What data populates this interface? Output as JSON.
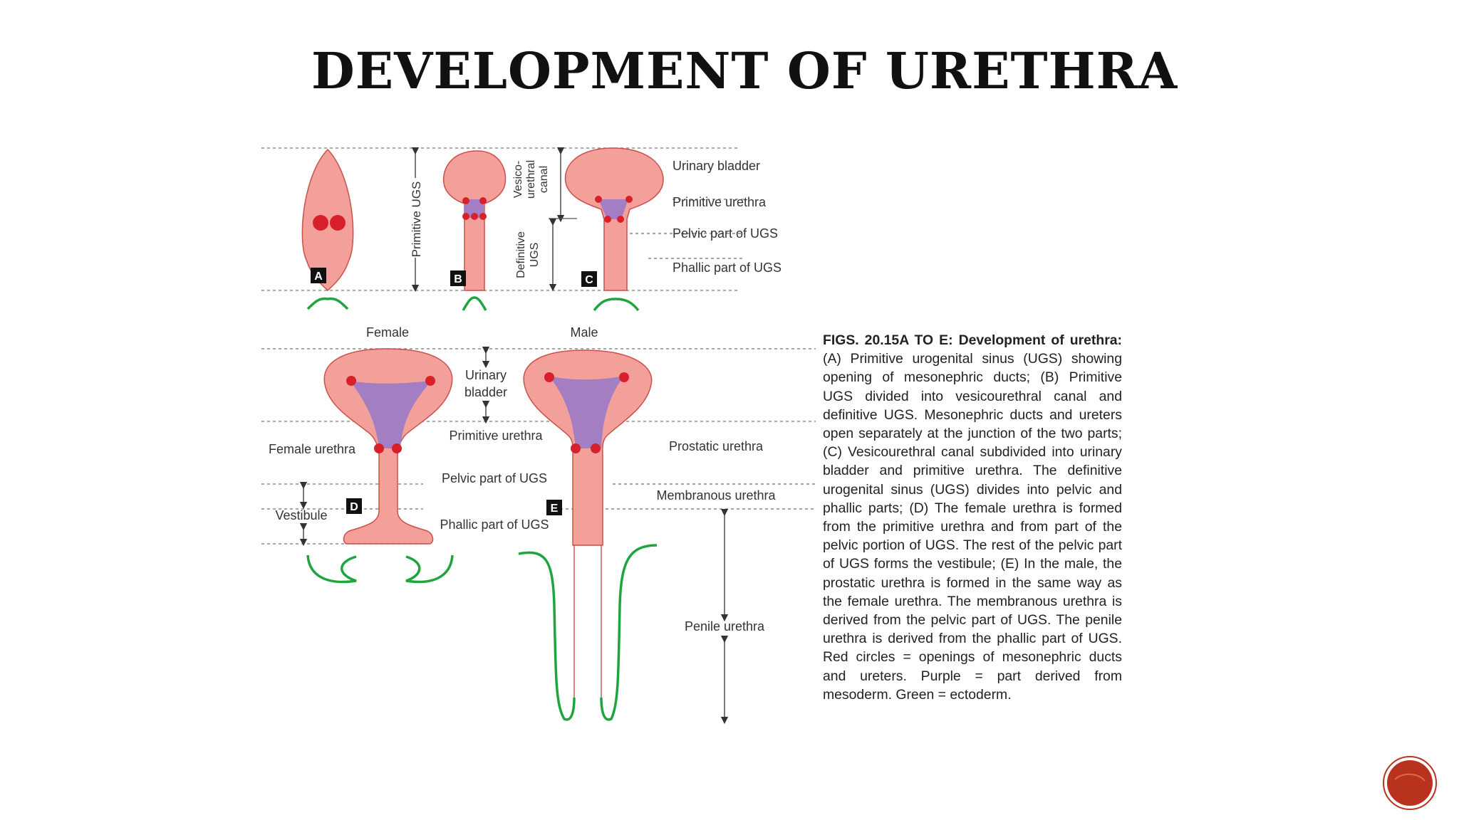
{
  "slide": {
    "title": "DEVELOPMENT OF URETHRA"
  },
  "figure": {
    "panel_letters": [
      "A",
      "B",
      "C",
      "D",
      "E"
    ],
    "labels": {
      "primitive_ugs": "Primitive UGS",
      "vesicourethral_1": "Vesico-",
      "vesicourethral_2": "urethral",
      "vesicourethral_3": "canal",
      "definitive_1": "Definitive",
      "definitive_2": "UGS",
      "urinary_bladder_c": "Urinary bladder",
      "primitive_urethra_c": "Primitive urethra",
      "pelvic_part_c": "Pelvic part of UGS",
      "phallic_part_c": "Phallic part of UGS",
      "female": "Female",
      "male": "Male",
      "urinary_1": "Urinary",
      "bladder_2": "bladder",
      "primitive_urethra_d": "Primitive urethra",
      "female_urethra": "Female urethra",
      "pelvic_part_d": "Pelvic part of UGS",
      "vestibule": "Vestibule",
      "phallic_part_d": "Phallic part of UGS",
      "prostatic_urethra": "Prostatic urethra",
      "membranous_urethra": "Membranous urethra",
      "penile_urethra": "Penile urethra"
    },
    "colors": {
      "endoderm_fill": "#f4a09a",
      "endoderm_stroke": "#c9504a",
      "mesoderm_purple": "#a47ec2",
      "duct_openings_red": "#d8202a",
      "ectoderm_green": "#1fa53f",
      "label_text": "#333333"
    }
  },
  "caption": {
    "lead": "FIGS. 20.15A TO E: Development of urethra:",
    "body": "(A) Primitive urogenital sinus (UGS) showing opening of mesonephric ducts; (B) Primitive UGS divided into vesicourethral canal and definitive UGS. Mesonephric ducts and ureters open separately at the junction of the two parts; (C) Vesicourethral canal subdivided into urinary bladder and primitive urethra. The definitive urogenital sinus (UGS) divides into pelvic and phallic parts; (D) The female urethra is formed from the primitive urethra and from part of the pelvic portion of UGS. The rest of the pelvic part of UGS forms the vestibule; (E) In the male, the prostatic urethra is formed in the same way as the female urethra. The membranous urethra is derived from the pelvic part of UGS. The penile urethra is derived from the phallic part of UGS. Red circles = openings of mesonephric ducts and ureters. Purple = part derived from mesoderm. Green = ectoderm."
  },
  "badge": {
    "color": "#b8321e"
  }
}
